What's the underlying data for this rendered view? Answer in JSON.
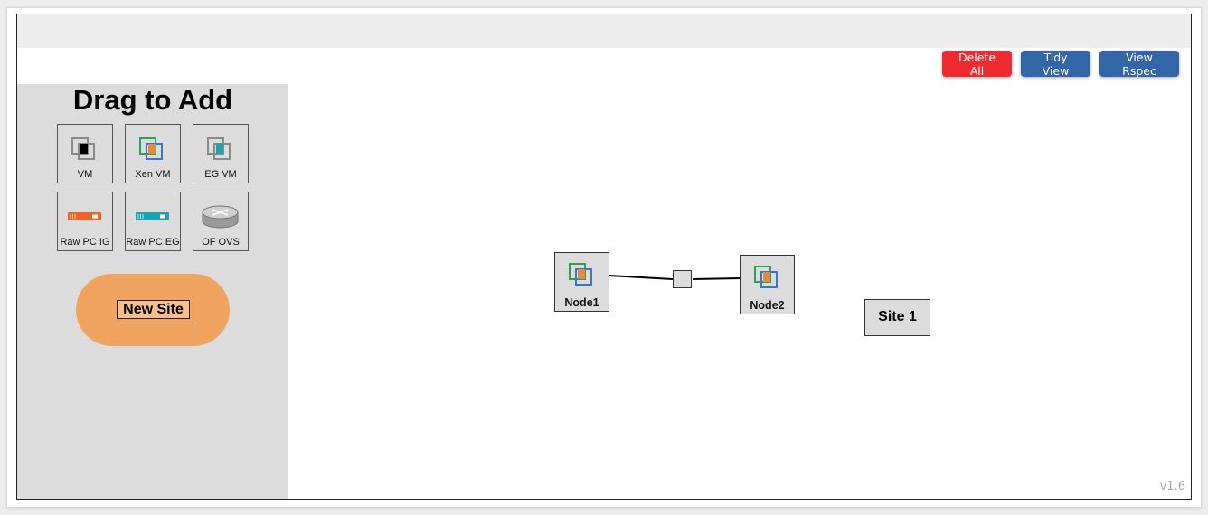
{
  "toolbar": {
    "delete_all": "Delete All",
    "tidy_view": "Tidy View",
    "view_rspec": "View Rspec"
  },
  "colors": {
    "delete_button": "#ee2b30",
    "primary_button": "#3366a6",
    "site_orange": "#f0a45f",
    "palette_bg": "#dcdcdc"
  },
  "palette": {
    "title": "Drag to Add",
    "tools": [
      {
        "label": "VM",
        "icon": "vm-icon"
      },
      {
        "label": "Xen VM",
        "icon": "xen-vm-icon"
      },
      {
        "label": "EG VM",
        "icon": "eg-vm-icon"
      },
      {
        "label": "Raw PC IG",
        "icon": "raw-pc-ig-icon"
      },
      {
        "label": "Raw PC EG",
        "icon": "raw-pc-eg-icon"
      },
      {
        "label": "OF OVS",
        "icon": "router-icon"
      }
    ],
    "new_site": "New Site"
  },
  "canvas": {
    "nodes": [
      {
        "label": "Node1",
        "icon": "xen-vm-icon"
      },
      {
        "label": "Node2",
        "icon": "xen-vm-icon"
      }
    ],
    "site": "Site 1"
  },
  "version": "v1.6"
}
